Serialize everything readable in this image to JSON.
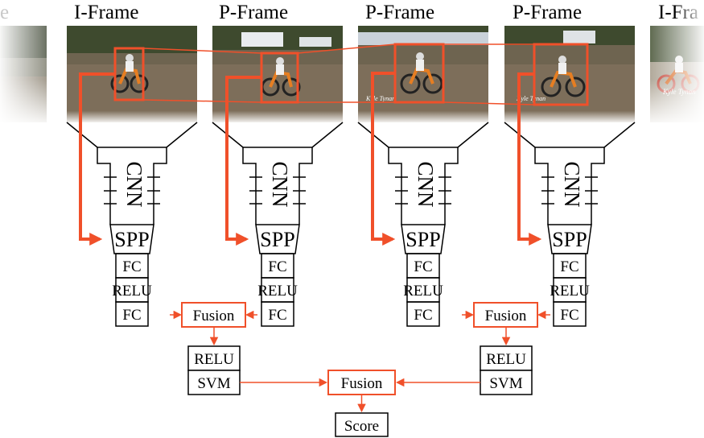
{
  "frame_labels": {
    "edge_left": "e",
    "i_frame": "I-Frame",
    "p_frame_1": "P-Frame",
    "p_frame_2": "P-Frame",
    "p_frame_3": "P-Frame",
    "edge_right": "I-Fra"
  },
  "video_overlay_text": "Kyle Tynan",
  "columns": [
    {
      "cnn": "CNN",
      "spp": "SPP",
      "fc1": "FC",
      "relu": "RELU",
      "fc2": "FC"
    },
    {
      "cnn": "CNN",
      "spp": "SPP",
      "fc1": "FC",
      "relu": "RELU",
      "fc2": "FC"
    },
    {
      "cnn": "CNN",
      "spp": "SPP",
      "fc1": "FC",
      "relu": "RELU",
      "fc2": "FC"
    },
    {
      "cnn": "CNN",
      "spp": "SPP",
      "fc1": "FC",
      "relu": "RELU",
      "fc2": "FC"
    }
  ],
  "pairs": [
    {
      "fusion": "Fusion",
      "relu": "RELU",
      "svm": "SVM"
    },
    {
      "fusion": "Fusion",
      "relu": "RELU",
      "svm": "SVM"
    }
  ],
  "final_fusion": "Fusion",
  "score": "Score",
  "colors": {
    "accent": "#f0502a",
    "stroke": "#000000",
    "dirt": "#7a6a55",
    "trees": "#2f3f24"
  },
  "icons": [
    "motorcycle-rider"
  ]
}
